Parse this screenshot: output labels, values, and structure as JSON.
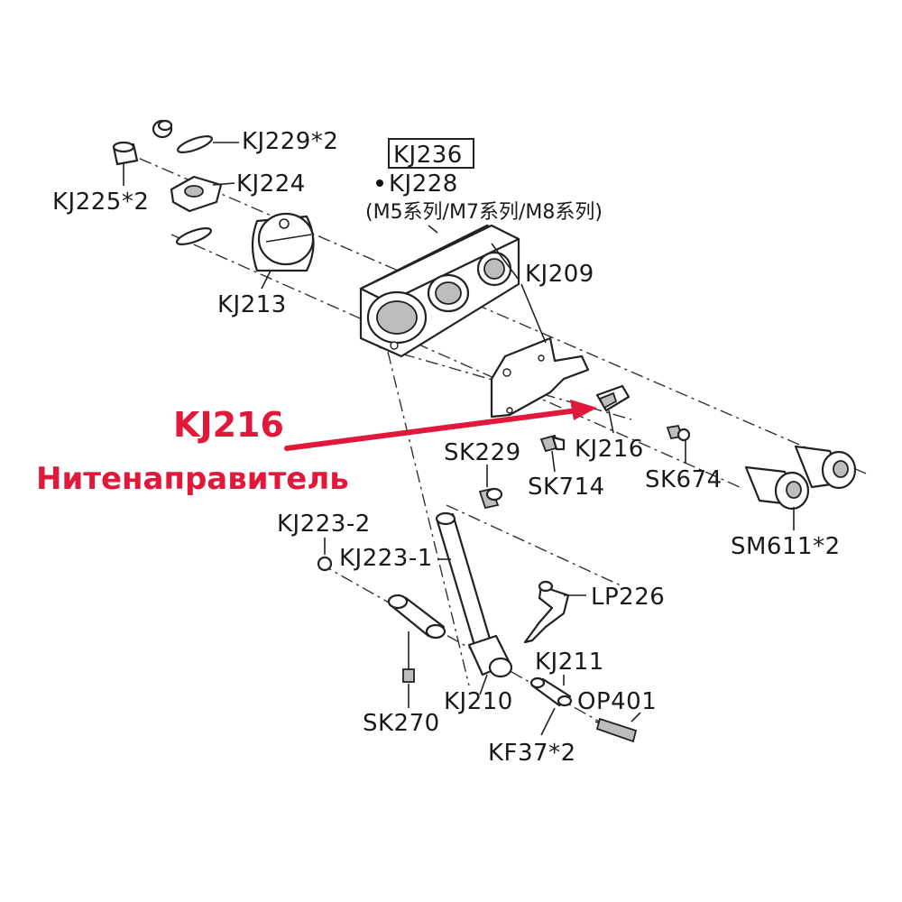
{
  "highlight": {
    "part_number": "KJ216",
    "part_name": "Нитенаправитель",
    "color": "#e2183a"
  },
  "labels": {
    "kj229": "KJ229*2",
    "kj224": "KJ224",
    "kj225": "KJ225*2",
    "kj236": "KJ236",
    "kj228": "KJ228",
    "series": "(M5系列/M7系列/M8系列)",
    "kj213": "KJ213",
    "kj209": "KJ209",
    "sk229": "SK229",
    "kj216": "KJ216",
    "sk714": "SK714",
    "sk674": "SK674",
    "sm611": "SM611*2",
    "kj223_2": "KJ223-2",
    "kj223_1": "KJ223-1",
    "lp226": "LP226",
    "kj211": "KJ211",
    "op401": "OP401",
    "kj210": "KJ210",
    "sk270": "SK270",
    "kf37": "KF37*2"
  }
}
